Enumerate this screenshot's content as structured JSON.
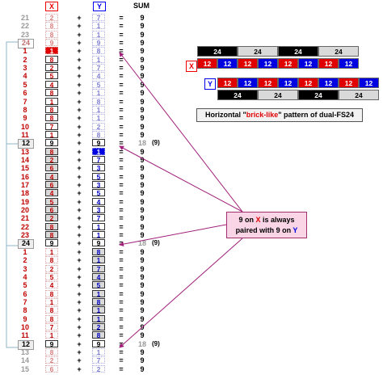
{
  "headers": {
    "x": "X",
    "y": "Y",
    "sum": "SUM"
  },
  "symbols": {
    "plus": "+",
    "equals": "="
  },
  "colors": {
    "red": "#e00000",
    "blue": "#0000e0",
    "black": "#000000",
    "gray": "#d9d9d9",
    "faint_red": "#d98080",
    "faint_blue": "#8080d0",
    "callout": "#f9d5e5",
    "arrow": "#a0207a"
  },
  "rows": [
    {
      "idx": "21",
      "x": "2",
      "y": "7",
      "sum": "9",
      "style": "faint"
    },
    {
      "idx": "22",
      "x": "8",
      "y": "1",
      "sum": "9",
      "style": "faint"
    },
    {
      "idx": "23",
      "x": "8",
      "y": "1",
      "sum": "9",
      "style": "faint"
    },
    {
      "idx": "24",
      "x": "9",
      "y": "9",
      "sum": "9",
      "style": "faint-box"
    },
    {
      "idx": "1",
      "x": "1",
      "y": "8",
      "sum": "9",
      "style": "x-red"
    },
    {
      "idx": "2",
      "x": "8",
      "y": "1",
      "sum": "9",
      "style": "x-red"
    },
    {
      "idx": "3",
      "x": "2",
      "y": "7",
      "sum": "9",
      "style": "x-red"
    },
    {
      "idx": "4",
      "x": "5",
      "y": "4",
      "sum": "9",
      "style": "x-red"
    },
    {
      "idx": "5",
      "x": "4",
      "y": "5",
      "sum": "9",
      "style": "x-red"
    },
    {
      "idx": "6",
      "x": "8",
      "y": "1",
      "sum": "9",
      "style": "x-red"
    },
    {
      "idx": "7",
      "x": "1",
      "y": "8",
      "sum": "9",
      "style": "x-red"
    },
    {
      "idx": "8",
      "x": "8",
      "y": "1",
      "sum": "9",
      "style": "x-red"
    },
    {
      "idx": "9",
      "x": "8",
      "y": "1",
      "sum": "9",
      "style": "x-red"
    },
    {
      "idx": "10",
      "x": "7",
      "y": "2",
      "sum": "9",
      "style": "x-red"
    },
    {
      "idx": "11",
      "x": "1",
      "y": "8",
      "sum": "9",
      "style": "x-red"
    },
    {
      "idx": "12",
      "x": "9",
      "y": "9",
      "sum": "18",
      "style": "boxed",
      "paren": "(9)"
    },
    {
      "idx": "13",
      "x": "8",
      "y": "1",
      "sum": "9",
      "style": "x-gray"
    },
    {
      "idx": "14",
      "x": "2",
      "y": "7",
      "sum": "9",
      "style": "x-gray"
    },
    {
      "idx": "15",
      "x": "6",
      "y": "3",
      "sum": "9",
      "style": "x-gray"
    },
    {
      "idx": "16",
      "x": "4",
      "y": "5",
      "sum": "9",
      "style": "x-gray"
    },
    {
      "idx": "17",
      "x": "6",
      "y": "3",
      "sum": "9",
      "style": "x-gray"
    },
    {
      "idx": "18",
      "x": "4",
      "y": "5",
      "sum": "9",
      "style": "x-gray"
    },
    {
      "idx": "19",
      "x": "5",
      "y": "4",
      "sum": "9",
      "style": "x-gray"
    },
    {
      "idx": "20",
      "x": "6",
      "y": "3",
      "sum": "9",
      "style": "x-gray"
    },
    {
      "idx": "21",
      "x": "2",
      "y": "7",
      "sum": "9",
      "style": "x-gray"
    },
    {
      "idx": "22",
      "x": "8",
      "y": "1",
      "sum": "9",
      "style": "x-gray"
    },
    {
      "idx": "23",
      "x": "8",
      "y": "1",
      "sum": "9",
      "style": "x-gray"
    },
    {
      "idx": "24",
      "x": "9",
      "y": "9",
      "sum": "18",
      "style": "boxed2",
      "paren": "(9)"
    },
    {
      "idx": "1",
      "x": "1",
      "y": "8",
      "sum": "9",
      "style": "y-gray"
    },
    {
      "idx": "2",
      "x": "8",
      "y": "1",
      "sum": "9",
      "style": "y-gray"
    },
    {
      "idx": "3",
      "x": "2",
      "y": "7",
      "sum": "9",
      "style": "y-gray"
    },
    {
      "idx": "4",
      "x": "5",
      "y": "4",
      "sum": "9",
      "style": "y-gray"
    },
    {
      "idx": "5",
      "x": "4",
      "y": "5",
      "sum": "9",
      "style": "y-gray"
    },
    {
      "idx": "6",
      "x": "8",
      "y": "1",
      "sum": "9",
      "style": "y-gray"
    },
    {
      "idx": "7",
      "x": "1",
      "y": "8",
      "sum": "9",
      "style": "y-gray"
    },
    {
      "idx": "8",
      "x": "8",
      "y": "1",
      "sum": "9",
      "style": "y-gray"
    },
    {
      "idx": "9",
      "x": "8",
      "y": "1",
      "sum": "9",
      "style": "y-gray"
    },
    {
      "idx": "10",
      "x": "7",
      "y": "2",
      "sum": "9",
      "style": "y-gray"
    },
    {
      "idx": "11",
      "x": "1",
      "y": "8",
      "sum": "9",
      "style": "y-gray"
    },
    {
      "idx": "12",
      "x": "9",
      "y": "9",
      "sum": "18",
      "style": "boxed3",
      "paren": "(9)"
    },
    {
      "idx": "13",
      "x": "8",
      "y": "1",
      "sum": "9",
      "style": "faint"
    },
    {
      "idx": "14",
      "x": "2",
      "y": "7",
      "sum": "9",
      "style": "faint"
    },
    {
      "idx": "15",
      "x": "6",
      "y": "2",
      "sum": "9",
      "style": "faint"
    }
  ],
  "pattern": {
    "x_label": "X",
    "y_label": "Y",
    "top_row": [
      "24",
      "24",
      "24",
      "24"
    ],
    "x_row": [
      "12",
      "12",
      "12",
      "12",
      "12",
      "12",
      "12",
      "12"
    ],
    "y_row": [
      "12",
      "12",
      "12",
      "12",
      "12",
      "12",
      "12",
      "12"
    ],
    "bottom_row": [
      "24",
      "24",
      "24",
      "24"
    ]
  },
  "caption": {
    "pre": "Horizontal \"",
    "highlight": "brick-like",
    "post": "\" pattern of dual-FS24"
  },
  "callout": {
    "line1_pre": "9 on ",
    "line1_x": "X",
    "line1_post": " is always",
    "line2_pre": "paired with 9 on ",
    "line2_y": "Y"
  }
}
